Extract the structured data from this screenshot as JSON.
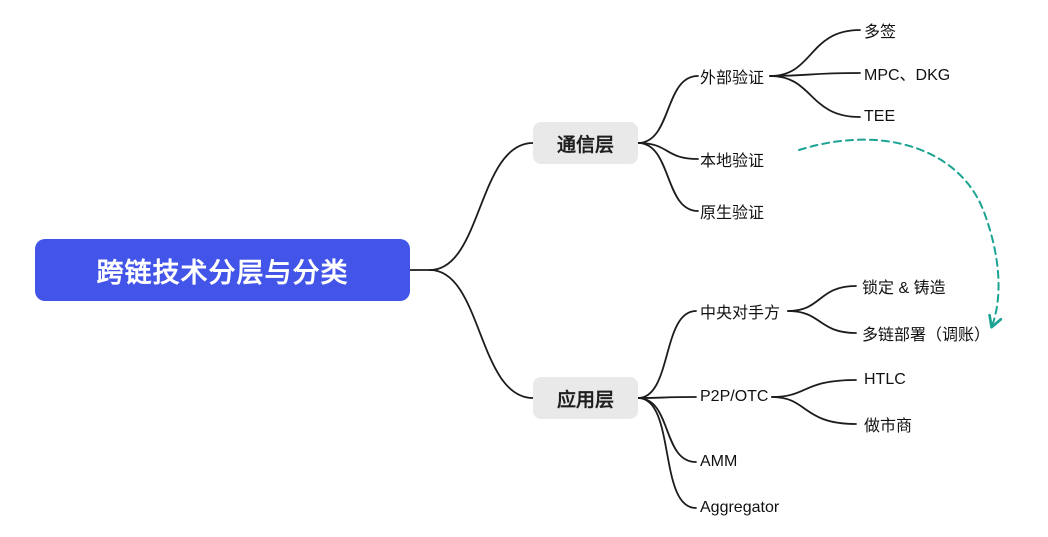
{
  "title": "跨链技术分层与分类",
  "root": {
    "label": "跨链技术分层与分类"
  },
  "branches": [
    {
      "label": "通信层",
      "children": [
        {
          "label": "外部验证",
          "children": [
            {
              "label": "多签"
            },
            {
              "label": "MPC、DKG"
            },
            {
              "label": "TEE"
            }
          ]
        },
        {
          "label": "本地验证",
          "children": []
        },
        {
          "label": "原生验证",
          "children": []
        }
      ]
    },
    {
      "label": "应用层",
      "children": [
        {
          "label": "中央对手方",
          "children": [
            {
              "label": "锁定 & 铸造"
            },
            {
              "label": "多链部署（调账）"
            }
          ]
        },
        {
          "label": "P2P/OTC",
          "children": [
            {
              "label": "HTLC"
            },
            {
              "label": "做市商"
            }
          ]
        },
        {
          "label": "AMM",
          "children": []
        },
        {
          "label": "Aggregator",
          "children": []
        }
      ]
    }
  ],
  "relationship": {
    "type": "dashed-arrow",
    "from": "本地验证",
    "to": "多链部署（调账）",
    "color": "#1ba393"
  },
  "colors": {
    "canvas_bg": "#ffffff",
    "root_bg": "#4355e8",
    "root_text": "#ffffff",
    "branch_bg": "#e9e9e9",
    "branch_text": "#1f1f1f",
    "leaf_text": "#111111",
    "connector": "#1c1c1c",
    "arrow": "#1ba393"
  }
}
